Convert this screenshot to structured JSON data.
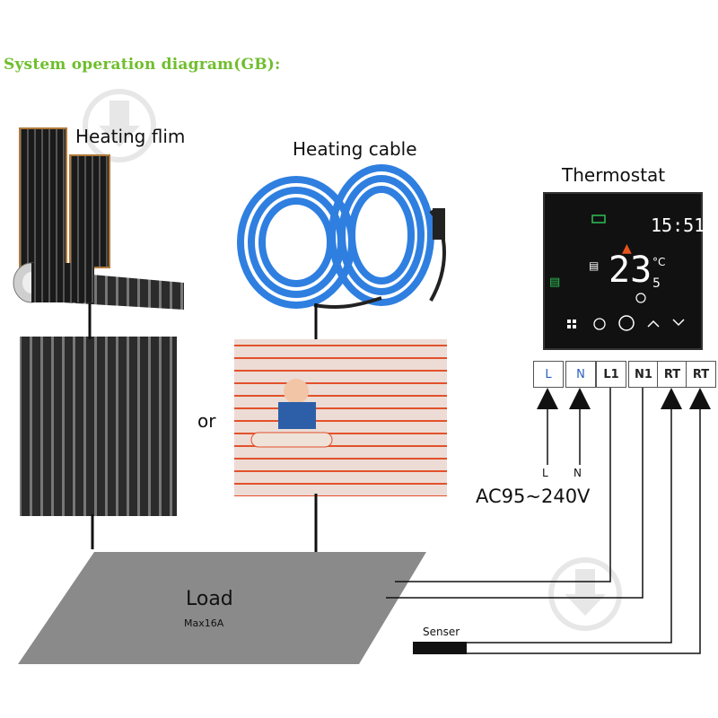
{
  "title": "System operation diagram(GB):",
  "components": {
    "heating_film": "Heating flim",
    "heating_cable": "Heating cable",
    "thermostat": "Thermostat",
    "or": "or"
  },
  "thermostat_display": {
    "clock": "15:51",
    "temperature": "23",
    "unit": "°C",
    "mode": "5"
  },
  "terminals": [
    "L",
    "N",
    "L1",
    "N1",
    "RT",
    "RT"
  ],
  "power_inputs": [
    "L",
    "N"
  ],
  "voltage": "AC95~240V",
  "load": {
    "label": "Load",
    "max": "Max16A"
  },
  "sensor": "Senser",
  "colors": {
    "title_green": "#6fbe2d",
    "cable_blue": "#2f7fe0",
    "thermostat_black": "#111111",
    "load_grey": "#8a8a8a"
  }
}
